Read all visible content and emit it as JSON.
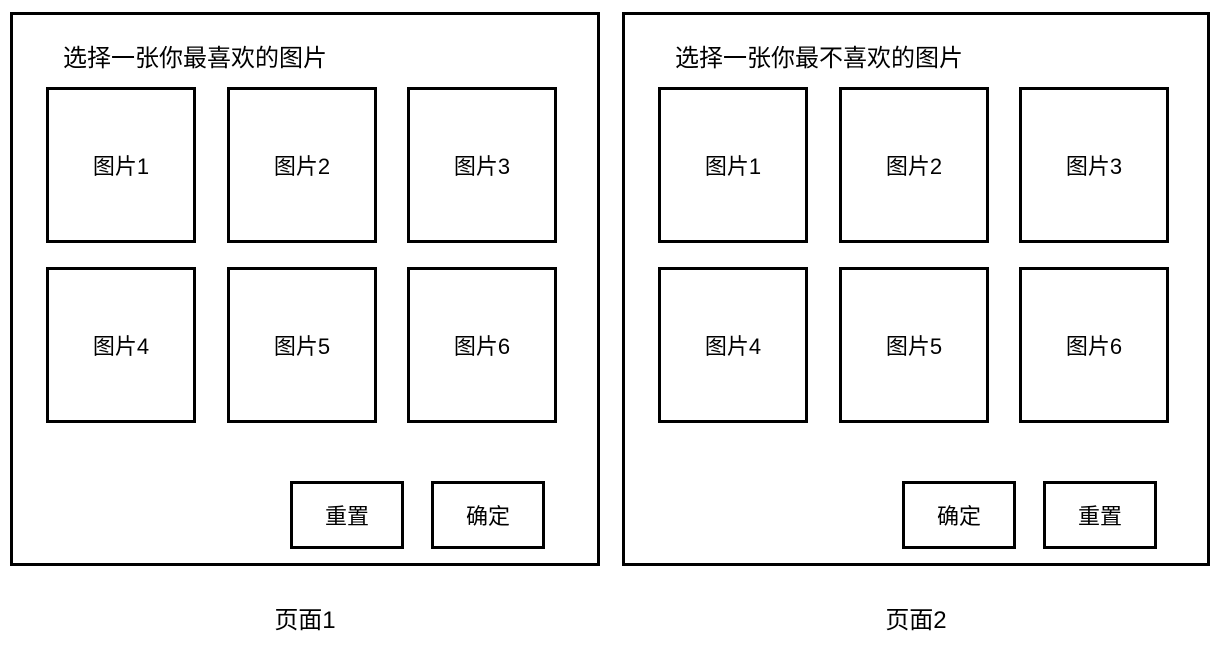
{
  "pages": [
    {
      "title": "选择一张你最喜欢的图片",
      "images": [
        "图片1",
        "图片2",
        "图片3",
        "图片4",
        "图片5",
        "图片6"
      ],
      "buttons": {
        "first": "重置",
        "second": "确定"
      },
      "caption": "页面1"
    },
    {
      "title": "选择一张你最不喜欢的图片",
      "images": [
        "图片1",
        "图片2",
        "图片3",
        "图片4",
        "图片5",
        "图片6"
      ],
      "buttons": {
        "first": "确定",
        "second": "重置"
      },
      "caption": "页面2"
    }
  ],
  "colors": {
    "background": "#ffffff",
    "border": "#000000",
    "text": "#000000"
  }
}
